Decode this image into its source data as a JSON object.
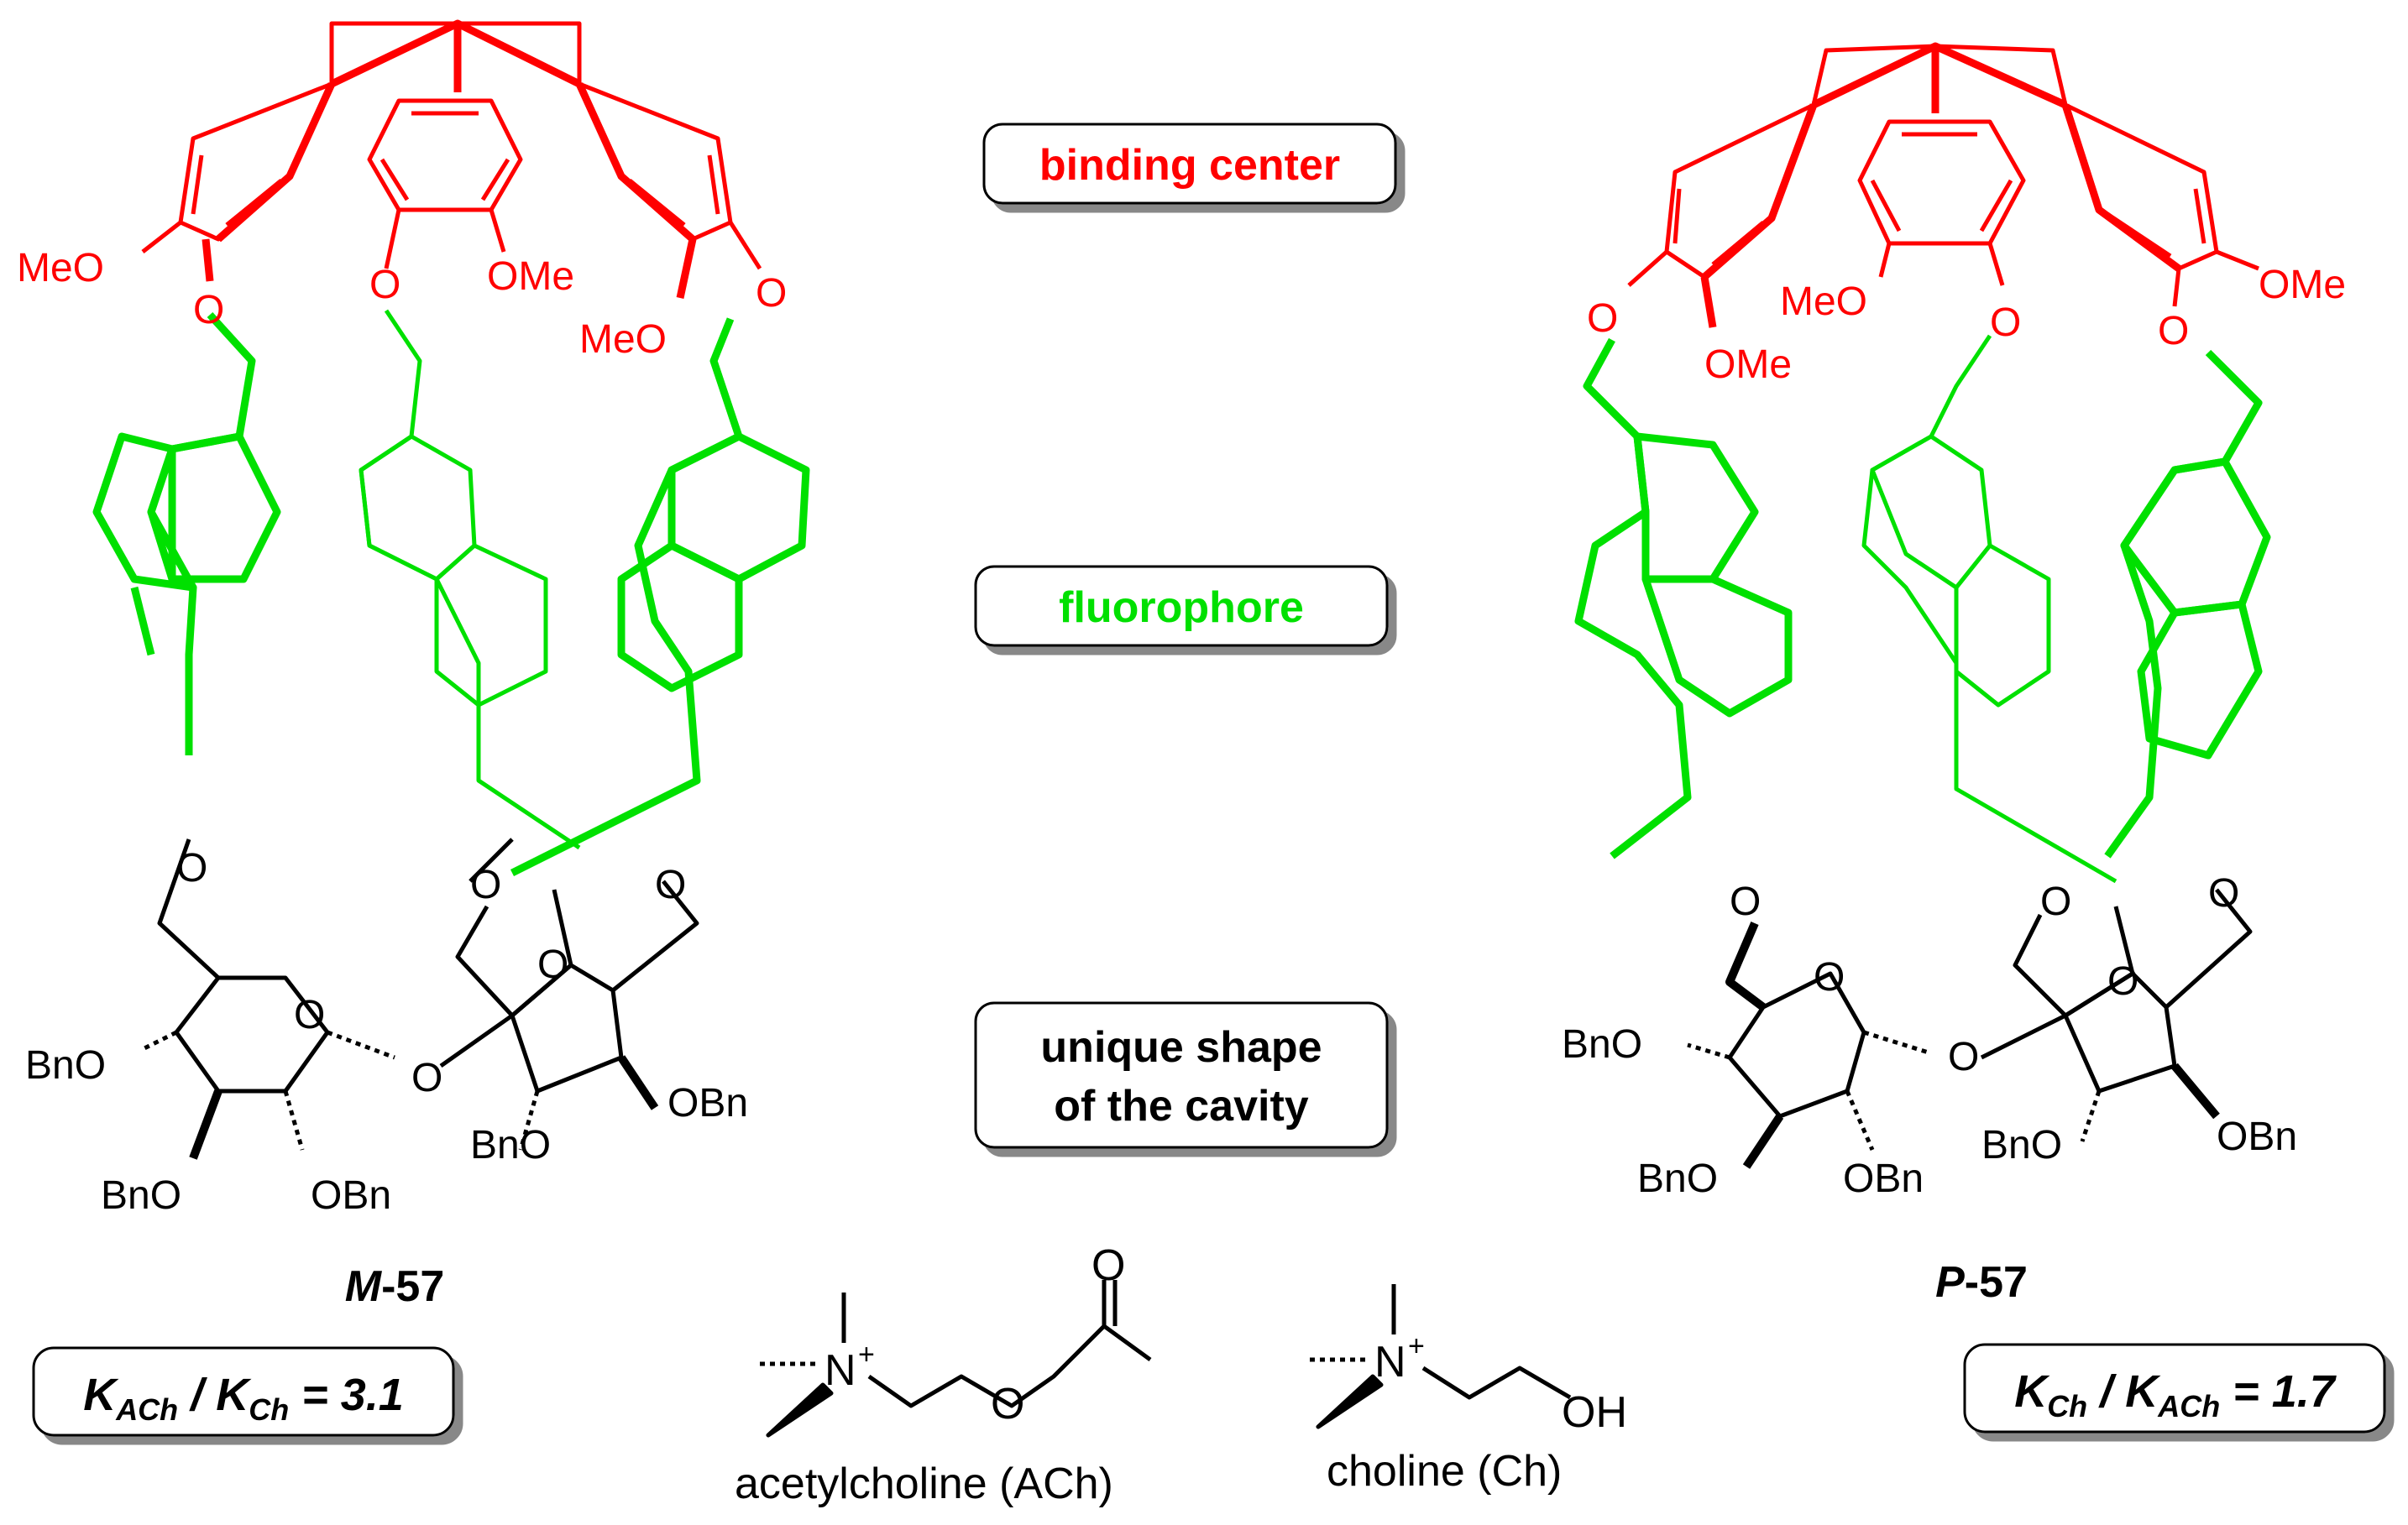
{
  "colors": {
    "binding_center": "#ff0000",
    "fluorophore": "#00e000",
    "scaffold": "#000000"
  },
  "labels": {
    "binding_center": "binding center",
    "fluorophore": "fluorophore",
    "cavity_line1": "unique shape",
    "cavity_line2": "of the cavity"
  },
  "compounds": {
    "left": {
      "prefix": "M",
      "sep": "-",
      "number": "57"
    },
    "right": {
      "prefix": "P",
      "sep": "-",
      "number": "57"
    }
  },
  "ratios": {
    "left": {
      "num": "K",
      "num_sub": "ACh",
      "slash": " / ",
      "den": "K",
      "den_sub": "Ch",
      "value": " = 3.1"
    },
    "right": {
      "num": "K",
      "num_sub": "Ch",
      "slash": " / ",
      "den": "K",
      "den_sub": "ACh",
      "value": " = 1.7"
    }
  },
  "molecules": {
    "acetylcholine": "acetylcholine (ACh)",
    "choline": "choline (Ch)"
  },
  "atoms": {
    "MeO": "MeO",
    "OMe": "OMe",
    "O": "O",
    "BnO": "BnO",
    "OBn": "OBn",
    "N": "N",
    "plus": "+",
    "OH": "OH"
  }
}
